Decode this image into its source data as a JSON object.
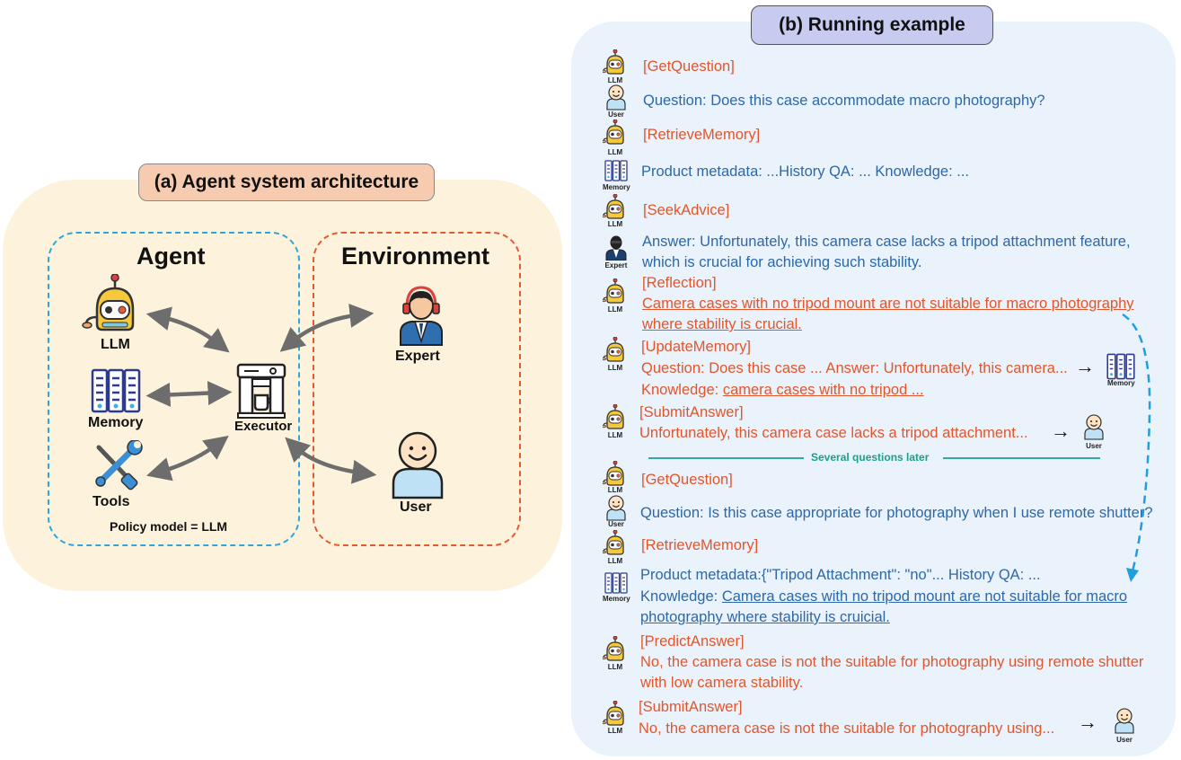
{
  "panel_a": {
    "title": "(a) Agent system architecture",
    "agent_title": "Agent",
    "environment_title": "Environment",
    "llm_label": "LLM",
    "memory_label": "Memory",
    "tools_label": "Tools",
    "executor_label": "Executor",
    "expert_label": "Expert",
    "user_label": "User",
    "policy_text": "Policy model = LLM"
  },
  "panel_b": {
    "title": "(b) Running example",
    "icon_caps": {
      "llm": "LLM",
      "user": "User",
      "memory": "Memory",
      "expert": "Expert"
    },
    "separator": "Several questions later",
    "steps": [
      {
        "text": "[GetQuestion]"
      },
      {
        "text": "Question: Does this case accommodate macro photography?"
      },
      {
        "text": "[RetrieveMemory]"
      },
      {
        "text": "Product metadata: ...History QA: ... Knowledge: ..."
      },
      {
        "text": "[SeekAdvice]"
      },
      {
        "lines": [
          "Answer: Unfortunately, this camera case lacks a tripod attachment feature,",
          "which is crucial for achieving such stability."
        ]
      },
      {
        "text": "[Reflection]"
      },
      {
        "lines": [
          "Camera cases with no tripod mount are not suitable for macro photography",
          "where stability is crucial."
        ]
      },
      {
        "text": "[UpdateMemory]"
      },
      {
        "lines": [
          "Question: Does this case ...  Answer: Unfortunately, this camera...",
          "Knowledge: "
        ],
        "underlined": "camera cases with no tripod ..."
      },
      {
        "text": "[SubmitAnswer]"
      },
      {
        "text": "Unfortunately, this camera case lacks a tripod attachment..."
      },
      {
        "text": "[GetQuestion]"
      },
      {
        "text": "Question: Is this case appropriate for photography when I use remote shutter?"
      },
      {
        "text": "[RetrieveMemory]"
      },
      {
        "lines": [
          "Product metadata:{\"Tripod Attachment\": \"no\"... History QA: ...",
          "Knowledge: "
        ],
        "underlined": [
          "Camera cases with no tripod mount are not suitable for macro",
          "photography where stability is cruicial."
        ]
      },
      {
        "text": "[PredictAnswer]"
      },
      {
        "lines": [
          "No, the camera case is not the suitable for photography using remote shutter",
          "with low camera stability."
        ]
      },
      {
        "text": "[SubmitAnswer]"
      },
      {
        "text": "No, the camera case is not the suitable for photography using..."
      }
    ]
  },
  "colors": {
    "orange_text": "#e2562c",
    "blue_text": "#2d68a8",
    "agent_border": "#2ea5dd",
    "env_border": "#e55a2d",
    "separator": "#1aa08c"
  }
}
